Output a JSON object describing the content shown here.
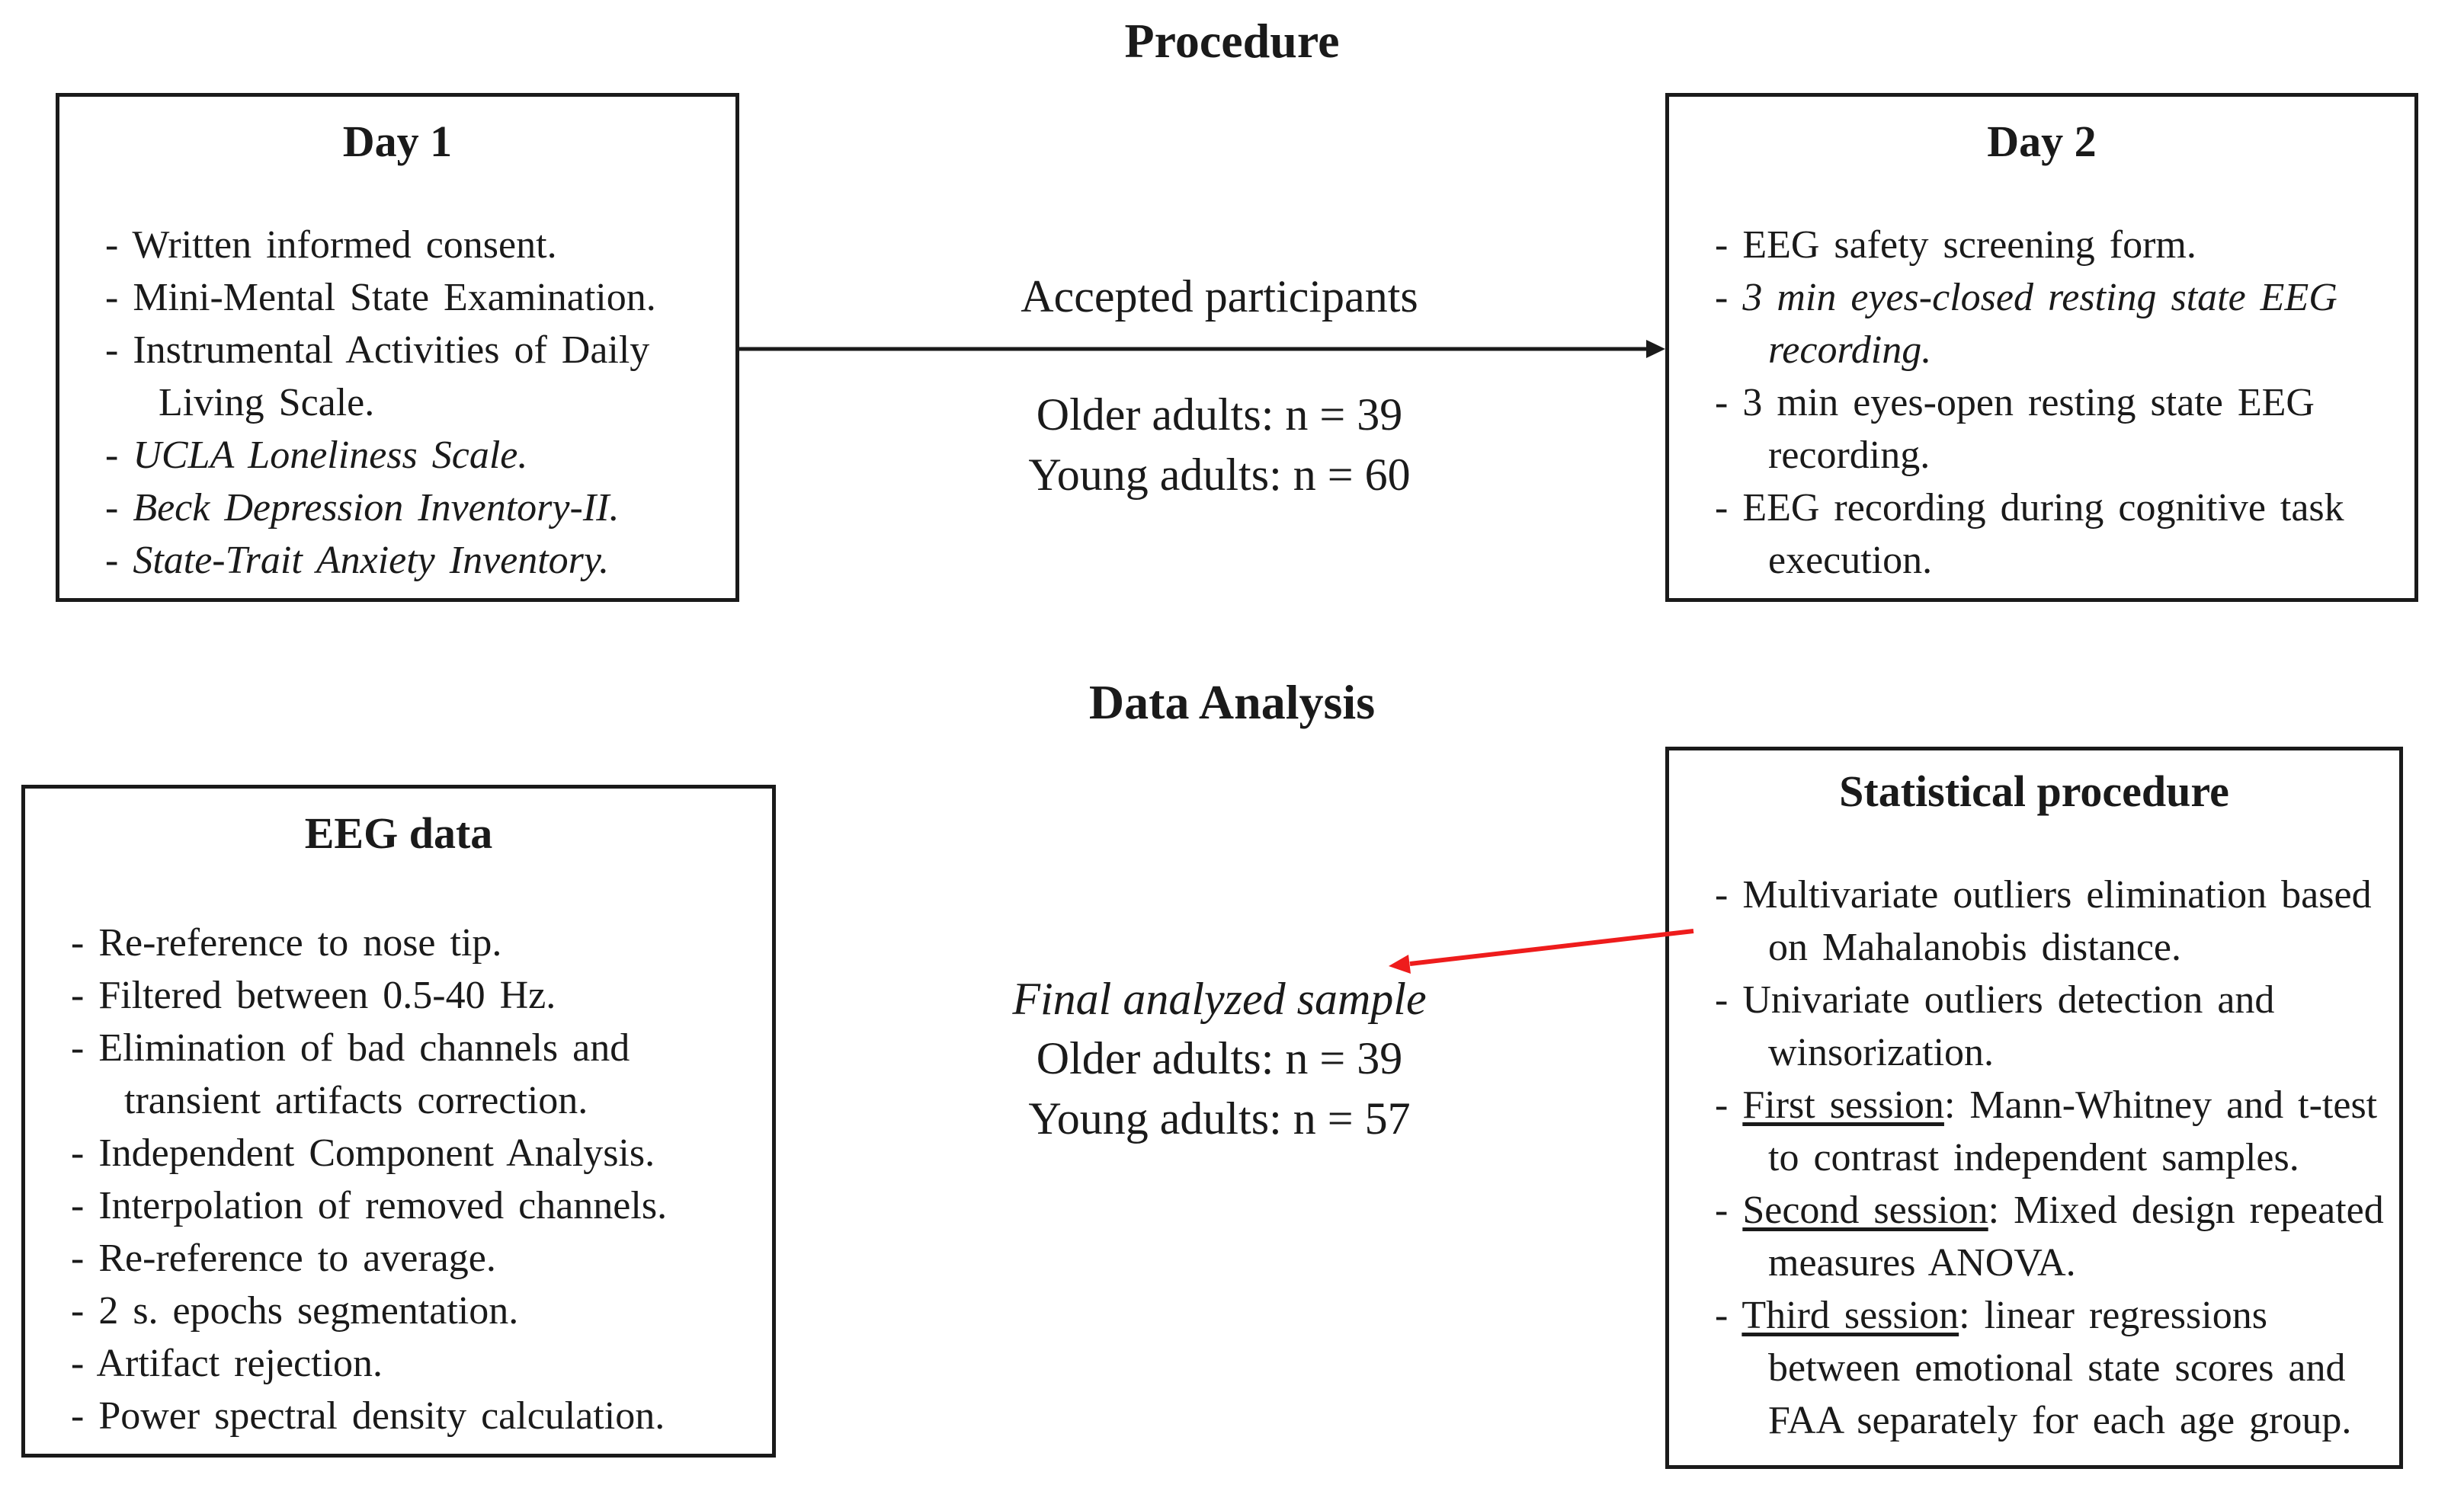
{
  "procedure_title": "Procedure",
  "analysis_title": "Data Analysis",
  "day1": {
    "title": "Day 1",
    "items": [
      {
        "text": "- Written informed consent.",
        "style": "normal"
      },
      {
        "text": "- Mini-Mental State Examination.",
        "style": "normal"
      },
      {
        "text": "- Instrumental Activities of Daily Living Scale.",
        "style": "normal"
      },
      {
        "text": "- UCLA Loneliness Scale.",
        "style": "italic"
      },
      {
        "text": "- Beck Depression Inventory-II.",
        "style": "italic"
      },
      {
        "text": "- State-Trait Anxiety Inventory.",
        "style": "italic"
      }
    ]
  },
  "day2": {
    "title": "Day 2",
    "items": [
      {
        "text": "- EEG safety screening form.",
        "style": "normal"
      },
      {
        "text": "- 3 min eyes-closed resting state EEG recording.",
        "style": "italic"
      },
      {
        "text": "- 3 min eyes-open resting state EEG recording.",
        "style": "normal"
      },
      {
        "text": "- EEG recording during cognitive task execution.",
        "style": "normal"
      }
    ]
  },
  "accepted": {
    "heading": "Accepted participants",
    "older": "Older adults: n = 39",
    "young": "Young adults: n = 60"
  },
  "eeg_data": {
    "title": "EEG data",
    "items": [
      {
        "text": "- Re-reference to nose tip."
      },
      {
        "text": "- Filtered between 0.5-40 Hz."
      },
      {
        "text": "- Elimination of bad channels and transient artifacts correction."
      },
      {
        "text": "- Independent Component Analysis."
      },
      {
        "text": "- Interpolation of removed channels."
      },
      {
        "text": "- Re-reference to average."
      },
      {
        "text": "- 2 s. epochs segmentation."
      },
      {
        "text": "- Artifact rejection."
      },
      {
        "text": "- Power spectral density calculation."
      }
    ]
  },
  "final_sample": {
    "heading": "Final analyzed sample",
    "older": "Older adults: n = 39",
    "young": "Young adults: n = 57"
  },
  "statistical": {
    "title": "Statistical procedure",
    "items": [
      {
        "prefix": "- ",
        "underline": "",
        "text": "Multivariate outliers elimination based on Mahalanobis distance."
      },
      {
        "prefix": "- ",
        "underline": "",
        "text": "Univariate outliers detection and winsorization."
      },
      {
        "prefix": "- ",
        "underline": "First session",
        "text": ": Mann-Whitney and t-test to contrast independent samples."
      },
      {
        "prefix": "- ",
        "underline": "Second session",
        "text": ": Mixed design repeated measures ANOVA."
      },
      {
        "prefix": "- ",
        "underline": "Third session",
        "text": ": linear regressions between emotional state scores and FAA separately for each age group."
      }
    ]
  },
  "colors": {
    "arrow_black": "#1a1a1a",
    "arrow_red": "#ee1c1c"
  }
}
